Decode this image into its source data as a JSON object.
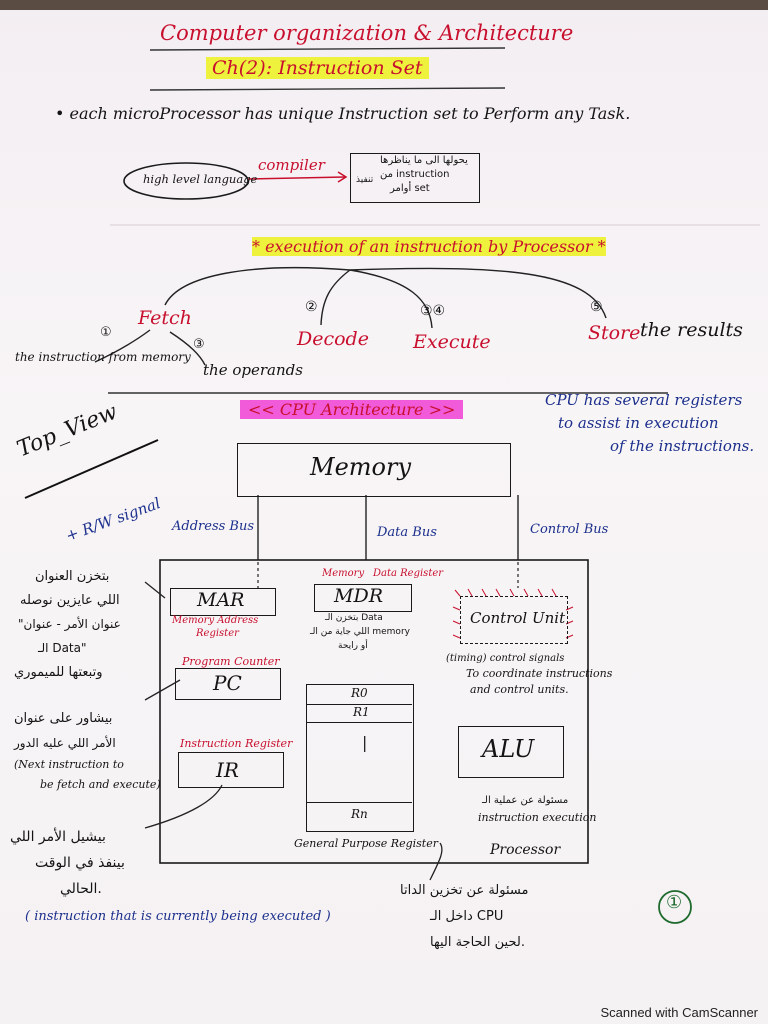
{
  "title": "Computer organization & Architecture",
  "chapter": "Ch(2): Instruction Set",
  "intro": "• each microProcessor has unique Instruction set to Perform any Task.",
  "compile": {
    "source": "high level language",
    "arrow_label": "compiler",
    "target_line1": "يحولها الى ما يناظرها",
    "target_line2": "من instruction",
    "target_line3": "أوامر set",
    "target_note": "تنفيذ"
  },
  "execution": {
    "heading": "* execution of an instruction by Processor *",
    "steps": [
      {
        "num": "①",
        "label": "Fetch"
      },
      {
        "num": "②",
        "label": "Decode"
      },
      {
        "num": "③④",
        "label": "Execute"
      },
      {
        "num": "⑤",
        "label": "Store"
      }
    ],
    "fetch_sub1_num": "①",
    "fetch_sub1": "the instruction from memory",
    "fetch_sub2_num": "③",
    "fetch_sub2": "the operands",
    "store_suffix": "the results"
  },
  "cpu": {
    "heading": "<< CPU Architecture >>",
    "side_note": [
      "CPU has several registers",
      "to assist in execution",
      "of the instructions."
    ],
    "top_view": "Top_View",
    "rw": "+ R/W signal",
    "memory": "Memory",
    "buses": [
      "Address Bus",
      "Data Bus",
      "Control Bus"
    ],
    "mar": {
      "label": "MAR",
      "caption1": "Memory Address",
      "caption2": "Register"
    },
    "mdr": {
      "label": "MDR",
      "top1": "Memory",
      "top2": "Data Register",
      "caption": [
        "بتخزن الـ Data",
        "اللي جاية من الـ memory",
        "أو رايحة"
      ]
    },
    "control_unit": {
      "label": "Control Unit",
      "caption": [
        "(timing) control signals",
        "To coordinate instructions",
        "and control units."
      ]
    },
    "pc": {
      "label": "PC",
      "top": "Program Counter"
    },
    "ir": {
      "label": "IR",
      "top": "Instruction Register"
    },
    "gpr": {
      "rows": [
        "R0",
        "R1",
        "|",
        "Rn"
      ],
      "caption": "General Purpose Register"
    },
    "alu": {
      "label": "ALU",
      "caption": [
        "مسئولة عن عملية الـ",
        "instruction execution"
      ]
    },
    "processor": "Processor",
    "left_notes": {
      "mar_note": [
        "بتخزن العنوان",
        "اللي عايزين نوصله",
        "\"عنوان الأمر - عنوان",
        "الـ Data\"",
        "وتبعتها للميموري"
      ],
      "pc_note": [
        "بيشاور على عنوان",
        "الأمر اللي عليه الدور",
        "(Next instruction to",
        "be fetch and execute)"
      ],
      "ir_note": [
        "بيشيل الأمر اللي",
        "بينفذ في الوقت",
        "الحالي."
      ],
      "ir_en": "( instruction that is currently being executed )"
    },
    "gpr_note": [
      "مسئولة عن تخزين الداتا",
      "داخل الـ CPU",
      "لحين الحاجة اليها."
    ],
    "page_number": "①"
  },
  "footer": "Scanned with CamScanner"
}
